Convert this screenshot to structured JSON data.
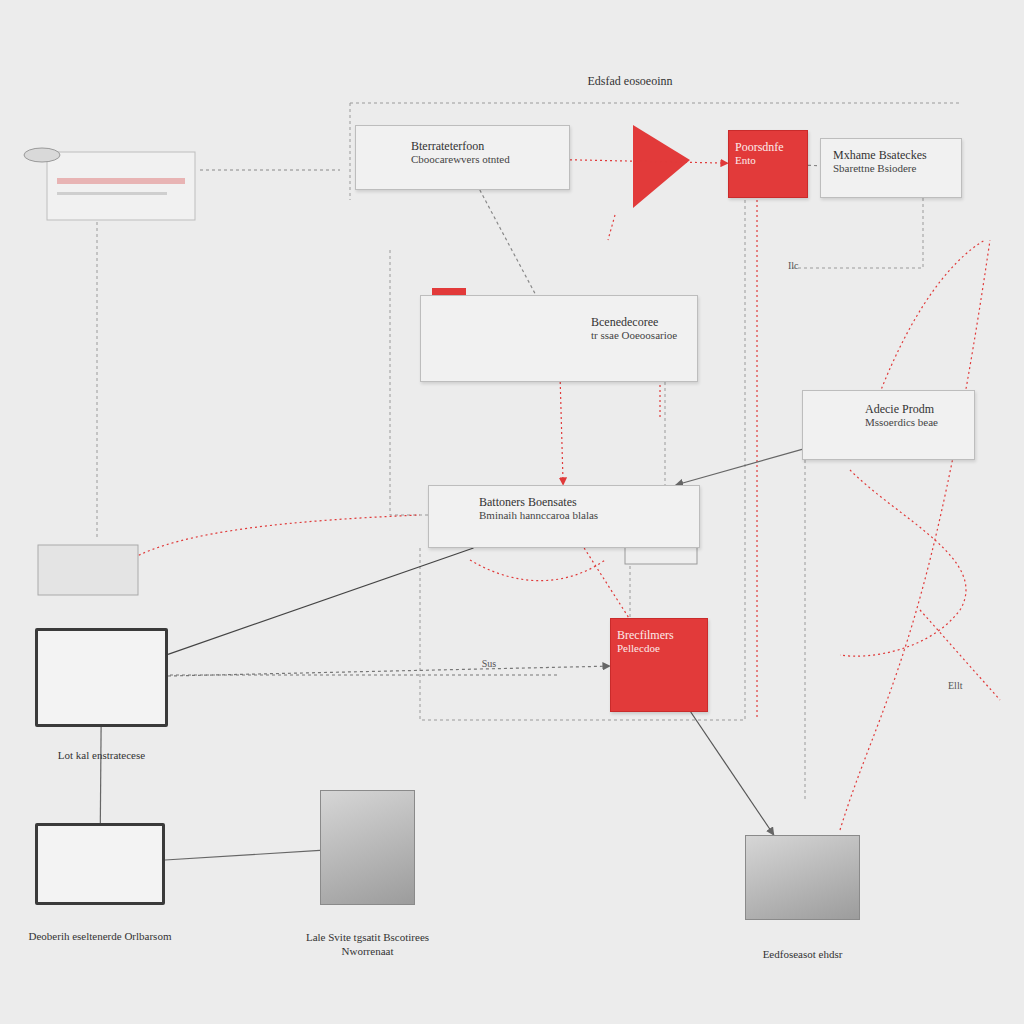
{
  "diagram": {
    "title": "Edsfad eosoeoinn",
    "nodes": [
      {
        "text": [
          "Bterrateterfoon",
          "Cboocarewvers otnted"
        ]
      },
      {
        "text": [
          "Poorsdnfe",
          "Ento"
        ]
      },
      {
        "text": [
          "Mxhame Bsateckes",
          "Sbarettne Bsiodere"
        ]
      },
      {
        "text": [
          "Bcenedecoree",
          "tr ssae Ooeoosarioe"
        ]
      },
      {
        "text": [
          "Adecie Prodm",
          "Mssoerdics beae"
        ]
      },
      {
        "text": [
          "Battoners Boensates",
          "Bminaih hannccaroa blalas"
        ]
      },
      {
        "text": [
          "Lot kal enstratecese"
        ]
      },
      {
        "text": [
          "Brecfilmers",
          "Pellecdoe"
        ]
      },
      {
        "text": [
          "Deoberih eseltenerde Orlbarsom"
        ]
      },
      {
        "text": [
          "Lale Svite tgsatit Bscotirees Nworrenaat"
        ]
      },
      {
        "text": [
          "Eedfoseasot ehdsr"
        ]
      }
    ],
    "edges": [
      {
        "from": 0,
        "to": 1,
        "arrow": "to"
      },
      {
        "from": 1,
        "to": 2,
        "arrow": "none"
      },
      {
        "from": 0,
        "to": 3,
        "arrow": "none"
      },
      {
        "from": 3,
        "to": 5,
        "arrow": "to"
      },
      {
        "from": 6,
        "to": 5,
        "arrow": "none"
      },
      {
        "from": 6,
        "to": 7,
        "label": "Sus",
        "arrow": "to"
      },
      {
        "from": 5,
        "to": 7,
        "arrow": "none"
      },
      {
        "from": 4,
        "to": 5,
        "arrow": "to"
      },
      {
        "from": 6,
        "to": 8,
        "arrow": "none"
      },
      {
        "from": 8,
        "to": 9,
        "arrow": "none"
      },
      {
        "from": 7,
        "to": 10,
        "arrow": "to"
      }
    ],
    "labels": [
      "Ilc",
      "Ellt"
    ]
  }
}
